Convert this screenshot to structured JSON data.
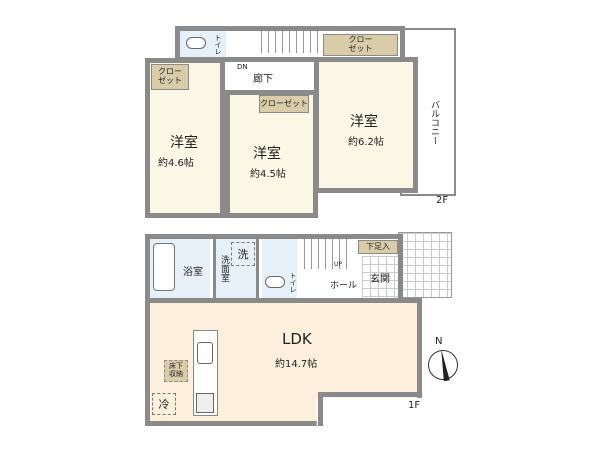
{
  "floor2": {
    "label": "2F",
    "rooms": [
      {
        "name": "洋室",
        "size": "約4.6帖"
      },
      {
        "name": "洋室",
        "size": "約4.5帖"
      },
      {
        "name": "洋室",
        "size": "約6.2帖"
      }
    ],
    "closet_short": "クロー\nゼット",
    "closet_long": "クローゼット",
    "hall": "廊下",
    "toilet": "トイレ",
    "balcony": "バルコニー",
    "stairs": "DN"
  },
  "floor1": {
    "label": "1F",
    "ldk": {
      "name": "LDK",
      "size": "約14.7帖"
    },
    "bath": "浴室",
    "washroom": "洗面室",
    "laundry": "洗",
    "toilet": "トイレ",
    "hall": "ホール",
    "entrance": "玄関",
    "shoe_storage": "下足入",
    "floor_storage": "床下収納",
    "fridge": "冷",
    "stairs": "UP"
  },
  "compass": "N"
}
